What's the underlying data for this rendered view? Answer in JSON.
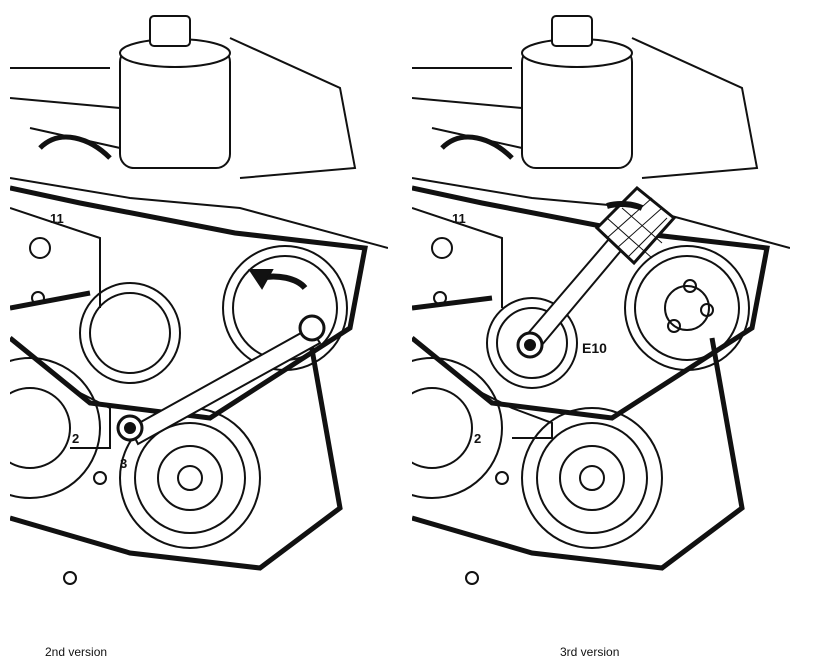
{
  "panels": [
    {
      "caption": "2nd version",
      "callouts": [
        "11",
        "2",
        "3"
      ]
    },
    {
      "caption": "3rd version",
      "callouts": [
        "11",
        "2",
        "E10"
      ]
    }
  ]
}
